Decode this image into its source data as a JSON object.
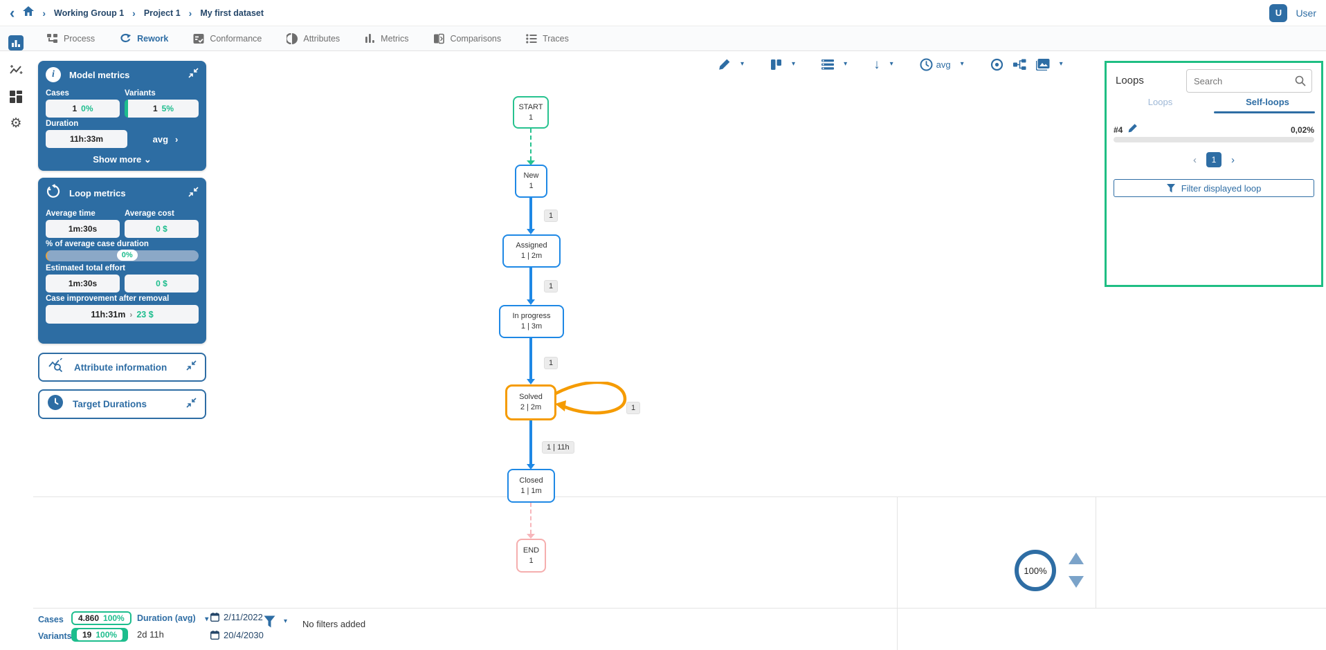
{
  "colors": {
    "primary_blue": "#2e6da4",
    "panel_blue": "#2d6da3",
    "accent_green": "#1dbd8d",
    "highlight_green_border": "#1fbe83",
    "edge_blue": "#1e88e5",
    "start_green": "#27c28f",
    "loop_orange": "#f59b00",
    "end_pink": "#f5aeae"
  },
  "icons": {
    "back_chevron": "‹",
    "breadcrumb_sep": "›",
    "caret_down": "▾",
    "chevron_left": "‹",
    "chevron_right": "›",
    "show_more_chevron": "⌄",
    "info_letter": "i",
    "down_arrow": "↓",
    "gear": "⚙",
    "improvement_arrow": "›"
  },
  "topbar": {
    "breadcrumbs": [
      "Working Group 1",
      "Project 1",
      "My first dataset"
    ],
    "user_initial": "U",
    "user_name": "User"
  },
  "tabs": [
    {
      "label": "Process"
    },
    {
      "label": "Rework"
    },
    {
      "label": "Conformance"
    },
    {
      "label": "Attributes"
    },
    {
      "label": "Metrics"
    },
    {
      "label": "Comparisons"
    },
    {
      "label": "Traces"
    }
  ],
  "model_metrics": {
    "title": "Model metrics",
    "cases_label": "Cases",
    "cases_value": "1",
    "cases_pct": "0%",
    "variants_label": "Variants",
    "variants_value": "1",
    "variants_pct": "5%",
    "duration_label": "Duration",
    "duration_value": "11h:33m",
    "duration_mode": "avg",
    "show_more_label": "Show more"
  },
  "loop_metrics": {
    "title": "Loop metrics",
    "avg_time_label": "Average time",
    "avg_time_value": "1m:30s",
    "avg_cost_label": "Average cost",
    "avg_cost_value": "0 $",
    "pct_case_duration_label": "% of average case duration",
    "pct_case_duration_value": "0%",
    "effort_label": "Estimated total effort",
    "effort_time_value": "1m:30s",
    "effort_cost_value": "0 $",
    "improvement_label": "Case improvement after removal",
    "improvement_time_value": "11h:31m",
    "improvement_cost_value": "23 $"
  },
  "side_panels": {
    "attribute_information": "Attribute information",
    "target_durations": "Target Durations"
  },
  "toolbar": {
    "duration_mode": "avg"
  },
  "loops_panel": {
    "title": "Loops",
    "search_placeholder": "Search",
    "tabs": {
      "loops": "Loops",
      "self_loops": "Self-loops"
    },
    "item": {
      "id": "#4",
      "percentage": "0,02%"
    },
    "pagination": {
      "page": "1"
    },
    "filter_button_label": "Filter displayed loop"
  },
  "diagram": {
    "nodes": [
      {
        "label": "START",
        "sub": "1"
      },
      {
        "label": "New",
        "sub": "1"
      },
      {
        "label": "Assigned",
        "sub": "1 | 2m"
      },
      {
        "label": "In progress",
        "sub": "1 | 3m"
      },
      {
        "label": "Solved",
        "sub": "2 | 2m"
      },
      {
        "label": "Closed",
        "sub": "1 | 1m"
      },
      {
        "label": "END",
        "sub": "1"
      }
    ],
    "edge_labels": [
      "1",
      "1",
      "1",
      "1 | 11h"
    ],
    "self_loop_label": "1"
  },
  "zoom_control": {
    "value": "100%"
  },
  "bottom_bar": {
    "cases_label": "Cases",
    "cases_value": "4.860",
    "cases_pct": "100%",
    "variants_label": "Variants",
    "variants_value": "19",
    "variants_pct": "100%",
    "duration_label": "Duration (avg)",
    "duration_value": "2d 11h",
    "date_from": "2/11/2022",
    "date_to": "20/4/2030",
    "no_filters_text": "No filters added"
  }
}
